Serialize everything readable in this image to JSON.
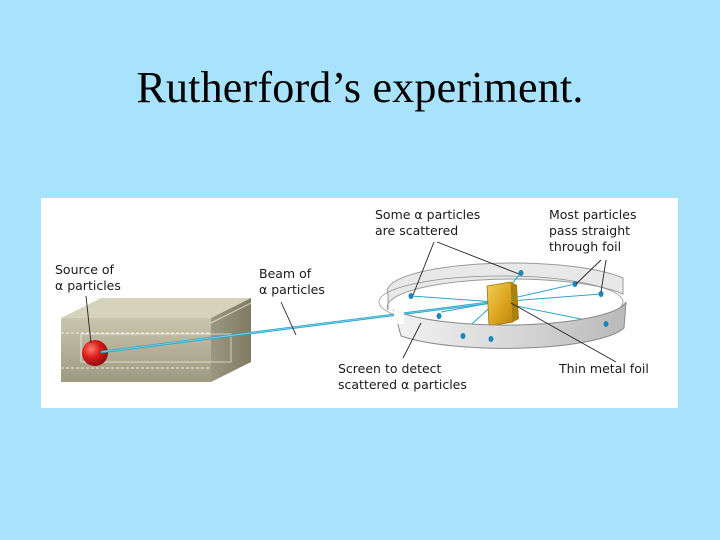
{
  "title": "Rutherford’s experiment.",
  "diagram": {
    "labels": {
      "source": [
        "Source of",
        "α particles"
      ],
      "beam": [
        "Beam of",
        "α particles"
      ],
      "scattered": [
        "Some α particles",
        "are scattered"
      ],
      "straight": [
        "Most particles",
        "pass straight",
        "through foil"
      ],
      "screen": [
        "Screen to detect",
        "scattered α particles"
      ],
      "foil": [
        "Thin metal foil"
      ]
    },
    "colors": {
      "background": "#a9e3fb",
      "beam": "#2aa6c8",
      "particle": "#1e86b8",
      "source": "#d01818",
      "foil": "#e2b021",
      "box": "#b7b39b"
    }
  }
}
